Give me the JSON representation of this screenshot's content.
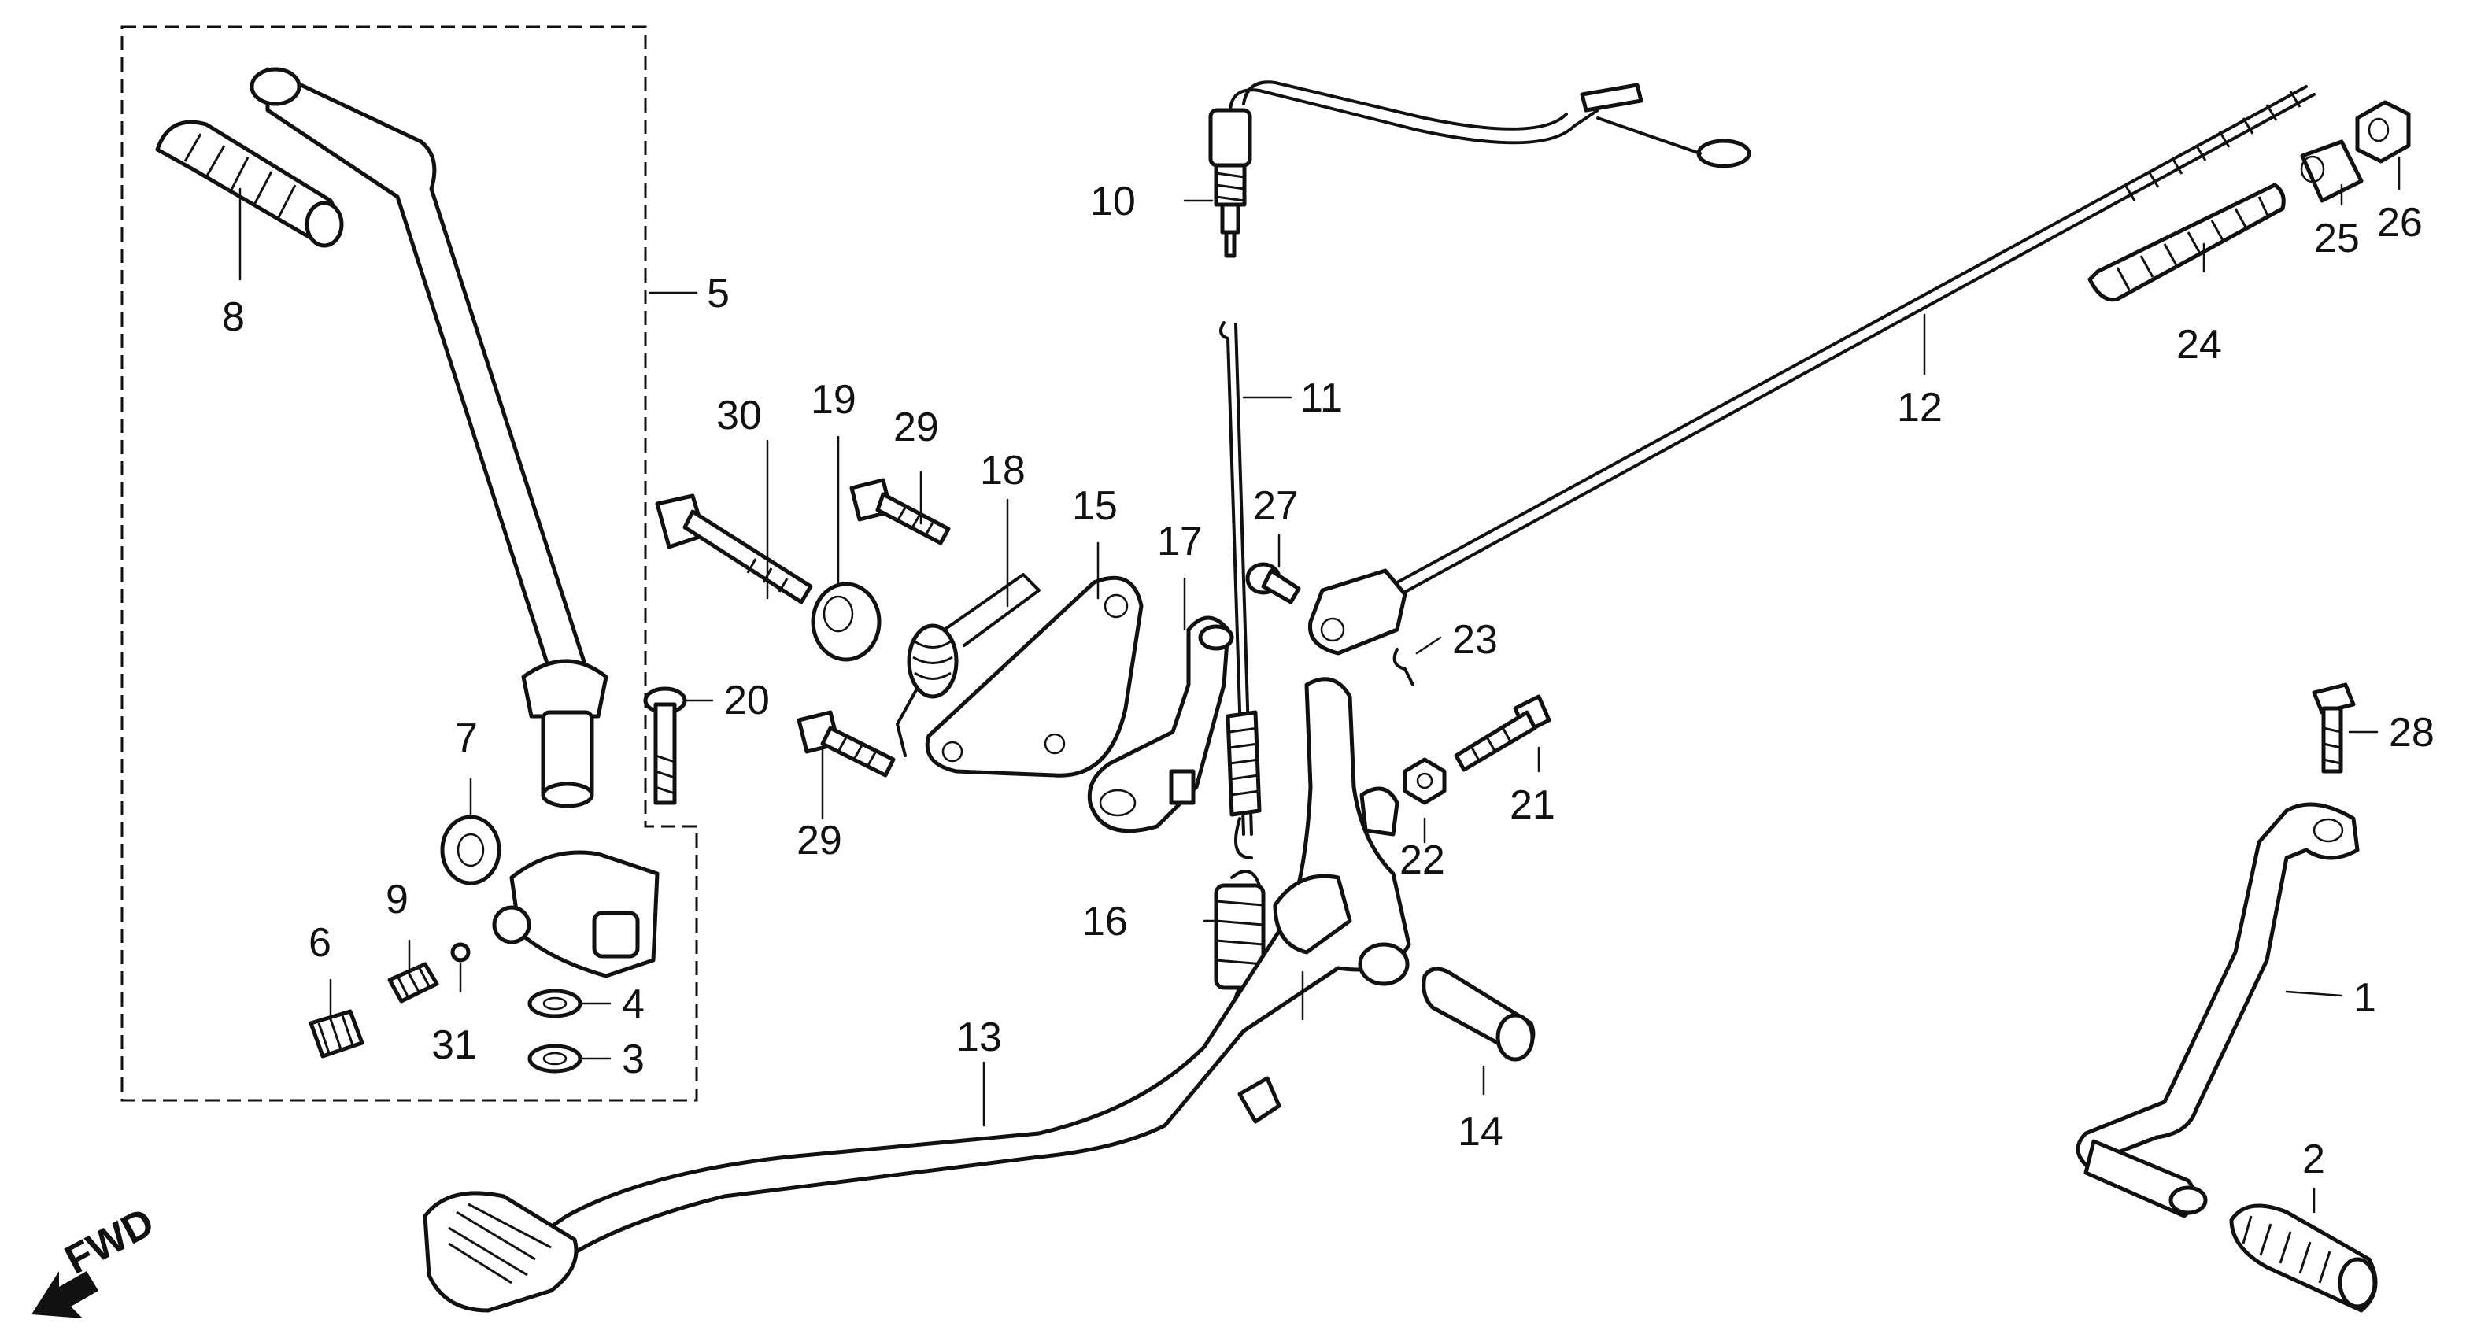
{
  "callouts": {
    "c1": "1",
    "c2": "2",
    "c3": "3",
    "c4": "4",
    "c5": "5",
    "c6": "6",
    "c7": "7",
    "c8": "8",
    "c9": "9",
    "c10": "10",
    "c11": "11",
    "c12": "12",
    "c13": "13",
    "c14": "14",
    "c15": "15",
    "c16": "16",
    "c17": "17",
    "c18": "18",
    "c19": "19",
    "c20": "20",
    "c21": "21",
    "c22": "22",
    "c23": "23",
    "c24": "24",
    "c25": "25",
    "c26": "26",
    "c27": "27",
    "c28": "28",
    "c29a": "29",
    "c29b": "29",
    "c30": "30",
    "c31": "31"
  },
  "direction_label": "FWD",
  "icons": {
    "direction": "forward-arrow-icon"
  }
}
